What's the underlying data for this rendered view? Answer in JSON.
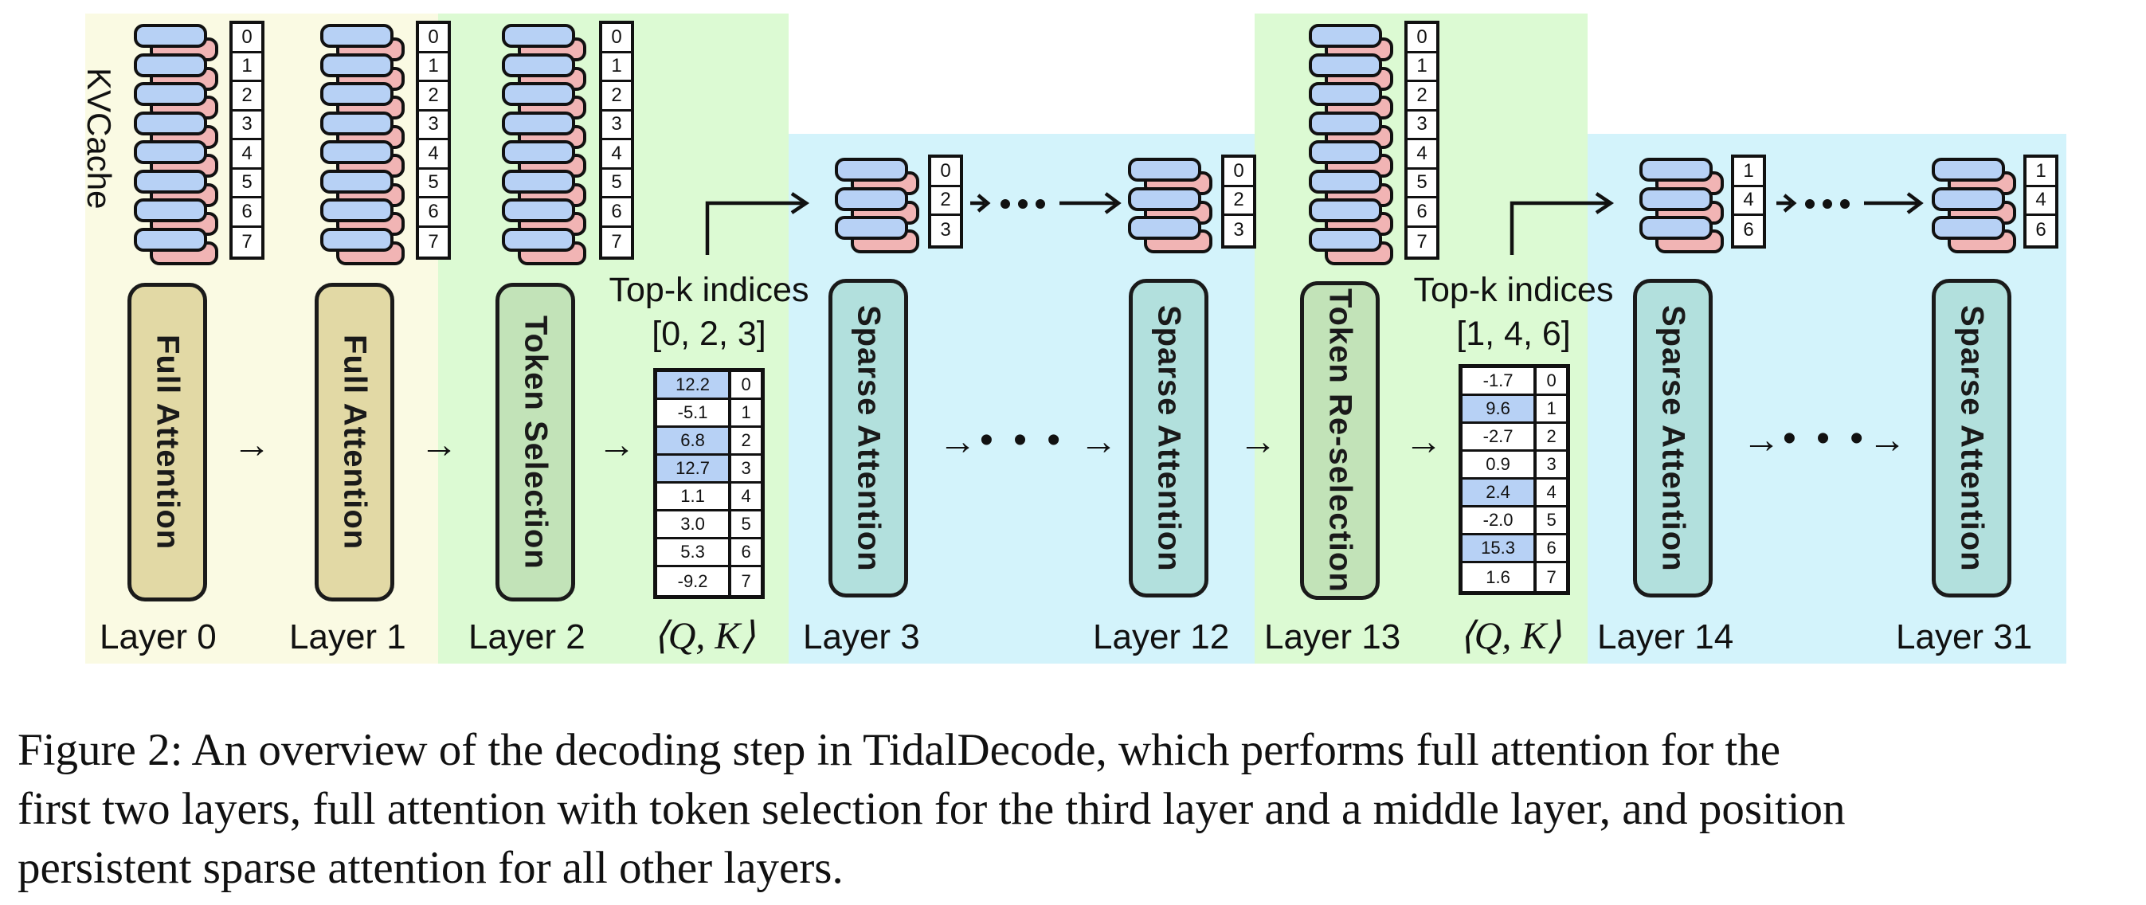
{
  "figure": {
    "colors": {
      "full_attention_region": "#fafae3",
      "selection_region": "#dcfad3",
      "sparse_region": "#d3f3fb",
      "full_attention_block": "#e2d9a5",
      "selection_block": "#c2e3b8",
      "sparse_block": "#b2e0dd",
      "key_bar": "#b7d1f5",
      "value_bar": "#f1b4b4",
      "highlight_cell": "#b7d1f5"
    },
    "kvcache_label": "KVCache",
    "layers": [
      {
        "label": "Layer 0",
        "block": "Full Attention",
        "kv_indices": [
          "0",
          "1",
          "2",
          "3",
          "4",
          "5",
          "6",
          "7"
        ]
      },
      {
        "label": "Layer 1",
        "block": "Full Attention",
        "kv_indices": [
          "0",
          "1",
          "2",
          "3",
          "4",
          "5",
          "6",
          "7"
        ]
      },
      {
        "label": "Layer 2",
        "block": "Token Selection",
        "kv_indices": [
          "0",
          "1",
          "2",
          "3",
          "4",
          "5",
          "6",
          "7"
        ]
      },
      {
        "label": "Layer 3",
        "block": "Sparse Attention",
        "kv_indices": [
          "0",
          "2",
          "3"
        ]
      },
      {
        "label": "Layer 12",
        "block": "Sparse Attention",
        "kv_indices": [
          "0",
          "2",
          "3"
        ]
      },
      {
        "label": "Layer 13",
        "block": "Token Re-selection",
        "kv_indices": [
          "0",
          "1",
          "2",
          "3",
          "4",
          "5",
          "6",
          "7"
        ]
      },
      {
        "label": "Layer 14",
        "block": "Sparse Attention",
        "kv_indices": [
          "1",
          "4",
          "6"
        ]
      },
      {
        "label": "Layer 31",
        "block": "Sparse Attention",
        "kv_indices": [
          "1",
          "4",
          "6"
        ]
      }
    ],
    "score_tables": [
      {
        "label": "⟨Q, K⟩",
        "topk_title": "Top-k indices",
        "topk_value": "[0, 2, 3]",
        "scores": [
          "12.2",
          "-5.1",
          "6.8",
          "12.7",
          "1.1",
          "3.0",
          "5.3",
          "-9.2"
        ],
        "indices": [
          "0",
          "1",
          "2",
          "3",
          "4",
          "5",
          "6",
          "7"
        ],
        "highlighted": [
          0,
          2,
          3
        ]
      },
      {
        "label": "⟨Q, K⟩",
        "topk_title": "Top-k indices",
        "topk_value": "[1, 4, 6]",
        "scores": [
          "-1.7",
          "9.6",
          "-2.7",
          "0.9",
          "2.4",
          "-2.0",
          "15.3",
          "1.6"
        ],
        "indices": [
          "0",
          "1",
          "2",
          "3",
          "4",
          "5",
          "6",
          "7"
        ],
        "highlighted": [
          1,
          4,
          6
        ]
      }
    ],
    "arrow_glyph": "→",
    "ellipsis_glyph": "• • •"
  },
  "caption": {
    "line1": "Figure 2: An overview of the decoding step in TidalDecode, which performs full attention for the",
    "line2": "first two layers, full attention with token selection for the third layer and a middle layer, and position",
    "line3": "persistent sparse attention for all other layers."
  }
}
